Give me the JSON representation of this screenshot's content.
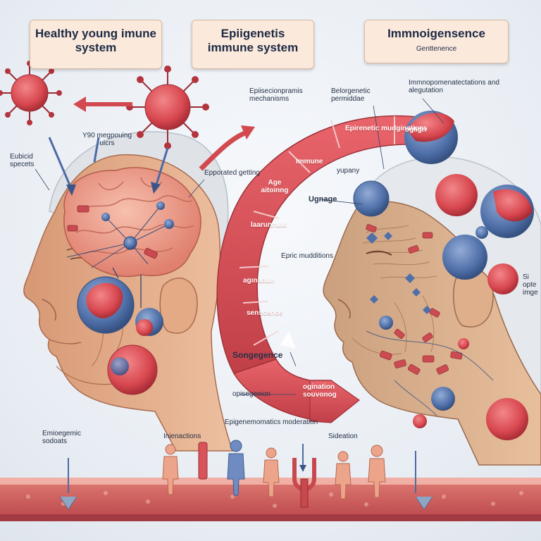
{
  "headers": {
    "left": "Healthy young imune system",
    "middle": "Epiigenetis immune system",
    "right_title": "Immnoigensence",
    "right_sub": "Genttenence"
  },
  "labels": {
    "epigenomic_mechanisms": "Epiisecionpramis mechanisms",
    "belogenetic_permidiae": "Belorgenetic permiddae",
    "immunogenetic_adaptation": "Immnopomenatectations and alegutation",
    "y90_migrating": "Y90 megpouing uicrs",
    "eubicid_specets": "Eubicid specets",
    "epigenetic_getting": "Epporated getting",
    "ugnage": "Ugnage",
    "yupany": "yupany",
    "epric_modifications": "Epric mudditions",
    "songegence": "Songegence",
    "epigenegion": "opisegeeion",
    "emiogegemic_sodoats": "Emioegemic sodoats",
    "interactions": "Inienactions",
    "epigenomatic_moderation": "Epigenemomatics moderation",
    "sidealiion": "Sideation",
    "right_edge": "Si opte imge"
  },
  "arc_labels": {
    "epigenetic_modifications": "Epirenetic mudginations",
    "ogltign": "oglign",
    "immune": "Immune",
    "age_altering": "Age aitoinng",
    "immunoredial": "laarunnuul",
    "aginadun": "agınadun",
    "senescence": "senscence",
    "ogimolution": "ogination souvonog"
  },
  "colors": {
    "accent_red": "#d24a4f",
    "immune_blue": "#4f6fa8",
    "skin": "#e8b08e",
    "header_box": "#fbe9dc"
  },
  "icons": [
    "virus-icon",
    "virus-icon",
    "immune-cell-icon",
    "arrow-icon",
    "human-figure-icon"
  ]
}
